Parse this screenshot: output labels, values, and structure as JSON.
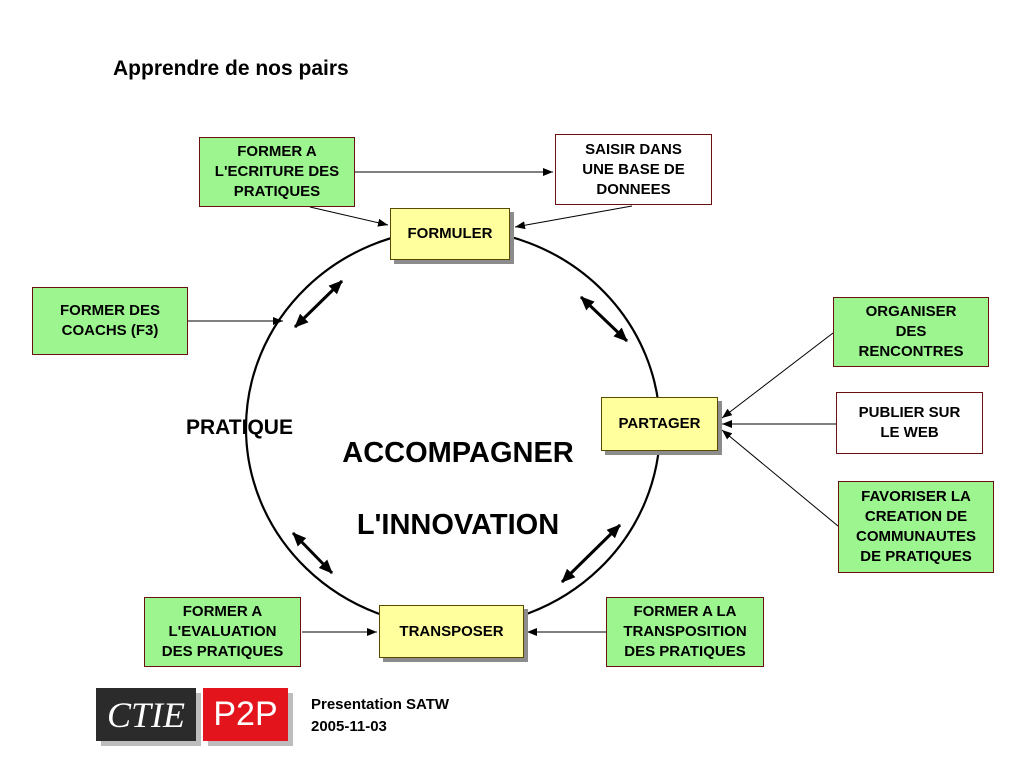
{
  "header": {
    "title": "Apprendre de nos pairs"
  },
  "center": {
    "line1": "ACCOMPAGNER",
    "line2": "L'INNOVATION"
  },
  "side_label": "PRATIQUE",
  "stages": {
    "formuler": "FORMULER",
    "partager": "PARTAGER",
    "transposer": "TRANSPOSER"
  },
  "boxes": {
    "former_ecriture": "FORMER A\nL'ECRITURE DES\nPRATIQUES",
    "saisir_base": "SAISIR DANS\nUNE BASE DE\nDONNEES",
    "former_coachs": "FORMER DES\nCOACHS (F3)",
    "organiser_rencontres": "ORGANISER\nDES\nRENCONTRES",
    "publier_web": "PUBLIER SUR\nLE WEB",
    "favoriser_communautes": "FAVORISER LA\nCREATION DE\nCOMMUNAUTES\nDE PRATIQUES",
    "former_evaluation": "FORMER A\nL'EVALUATION\nDES PRATIQUES",
    "former_transposition": "FORMER A LA\nTRANSPOSITION\nDES PRATIQUES"
  },
  "footer": {
    "logo_left": "CTIE",
    "logo_right": "P2P",
    "presentation": "Presentation SATW",
    "date": "2005-11-03"
  },
  "colors": {
    "green_box": "#9cf58f",
    "stage_box": "#ffff9e",
    "border": "#6b1010",
    "logo_dark": "#2b2b2b",
    "logo_red": "#e3141b"
  }
}
